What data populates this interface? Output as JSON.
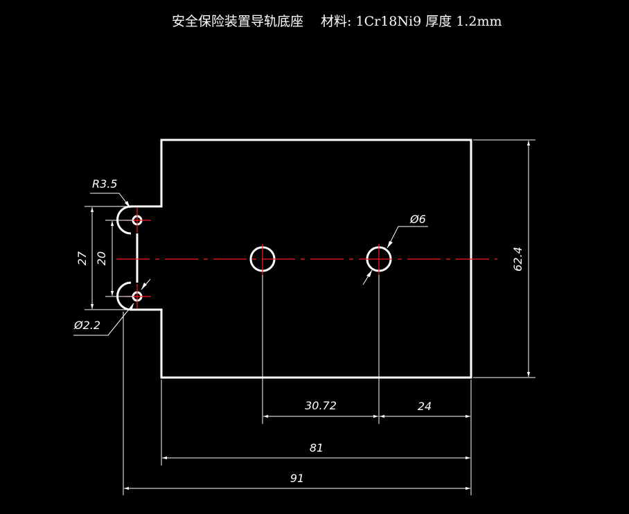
{
  "title": "安全保险装置导轨底座　 材料: 1Cr18Ni9  厚度 1.2mm",
  "colors": {
    "background": "#000000",
    "outline": "#ffffff",
    "center_line": "#ff1a1a"
  },
  "dimensions": {
    "radius": "R3.5",
    "pitch_outer": "27",
    "pitch_inner": "20",
    "small_hole": "Ø2.2",
    "large_hole": "Ø6",
    "height": "62.4",
    "hole_spacing": "30.72",
    "hole_to_edge": "24",
    "body_width": "81",
    "overall_width": "91"
  }
}
